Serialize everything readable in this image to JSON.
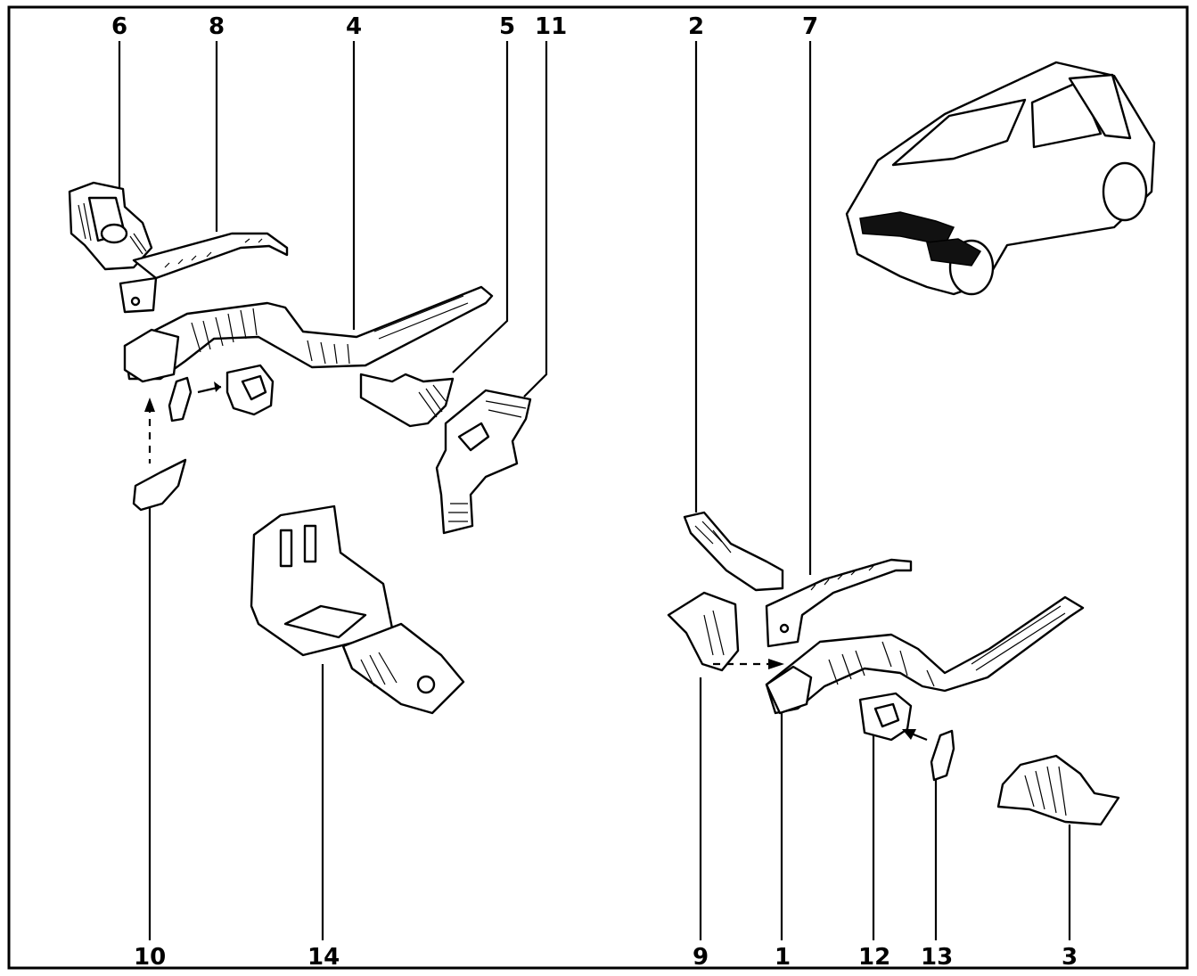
{
  "labels": {
    "top": [
      "6",
      "8",
      "4",
      "5",
      "11",
      "2",
      "7"
    ],
    "bottom": [
      "10",
      "14",
      "9",
      "1",
      "12",
      "13",
      "3"
    ]
  }
}
